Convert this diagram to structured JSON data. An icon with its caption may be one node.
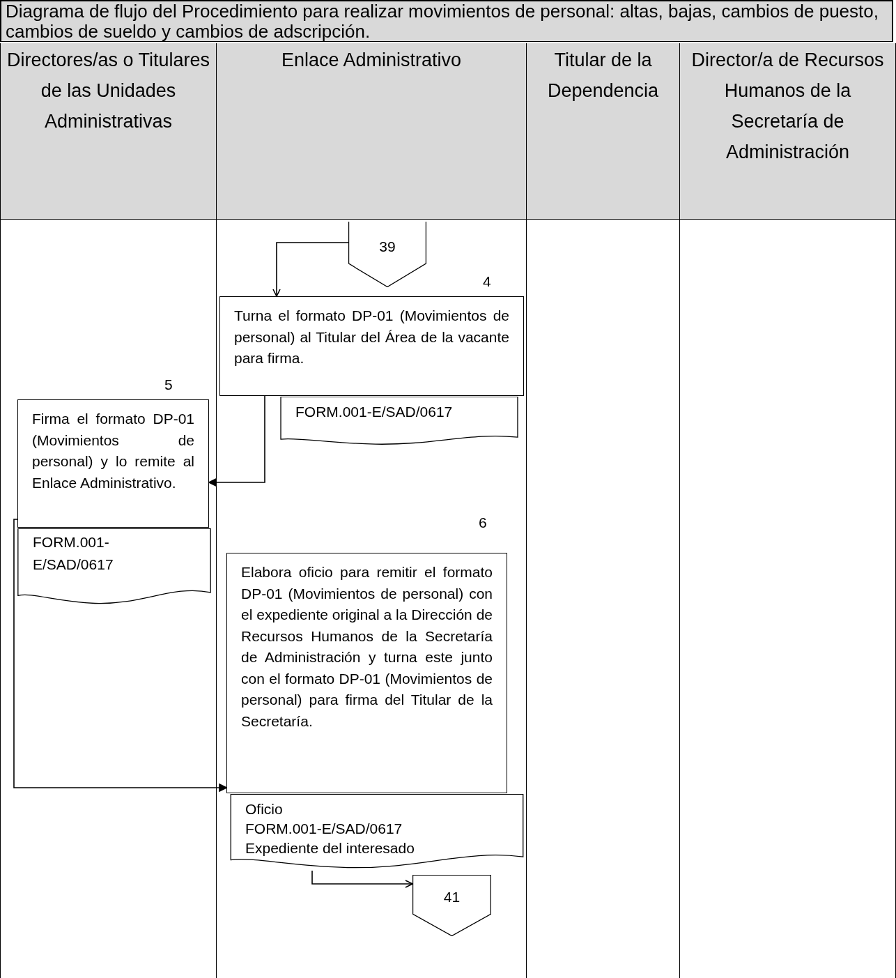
{
  "diagram": {
    "title": "Diagrama de flujo del Procedimiento para realizar movimientos de personal: altas, bajas, cambios de puesto, cambios de sueldo y cambios de adscripción.",
    "nodes": [
      {
        "text": [
          "Directores/as o Titulares de las Unidades Administrativas"
        ]
      },
      {
        "text": [
          "Enlace Administrativo"
        ]
      },
      {
        "text": [
          "Titular de la Dependencia"
        ]
      },
      {
        "text": [
          "Director/a de Recursos Humanos de la Secretaría de Administración"
        ]
      },
      {
        "text": [
          "39"
        ],
        "in": 1
      },
      {
        "text": [
          "Turna el formato DP-01 (Movimientos de personal) al Titular del Área de la vacante para firma."
        ],
        "in": 1,
        "beside": [
          "4"
        ]
      },
      {
        "text": [
          "FORM.001-E/SAD/0617"
        ],
        "in": 1
      },
      {
        "text": [
          "Firma el formato DP-01 (Movimientos de personal) y lo remite al Enlace Administrativo."
        ],
        "in": 0,
        "beside": [
          "5"
        ]
      },
      {
        "text": [
          "FORM.001-E/SAD/0617"
        ],
        "in": 0
      },
      {
        "text": [
          "Elabora oficio para remitir el formato DP-01 (Movimientos de personal) con el expediente original a la Dirección de Recursos Humanos de la Secretaría de Administración y turna este junto con el formato DP-01 (Movimientos de personal) para firma del Titular de la Secretaría."
        ],
        "in": 1,
        "beside": [
          "6"
        ]
      },
      {
        "text": [
          "Oficio",
          "FORM.001-E/SAD/0617",
          "Expediente del interesado"
        ],
        "in": 1
      },
      {
        "text": [
          "41"
        ],
        "in": 1
      }
    ],
    "edges": [
      {
        "from": 4,
        "to": 5,
        "arrow": "to"
      },
      {
        "from": 5,
        "to": 7,
        "arrow": "to"
      },
      {
        "from": 7,
        "to": 9,
        "arrow": "to"
      },
      {
        "from": 10,
        "to": 11,
        "arrow": "to"
      }
    ]
  }
}
